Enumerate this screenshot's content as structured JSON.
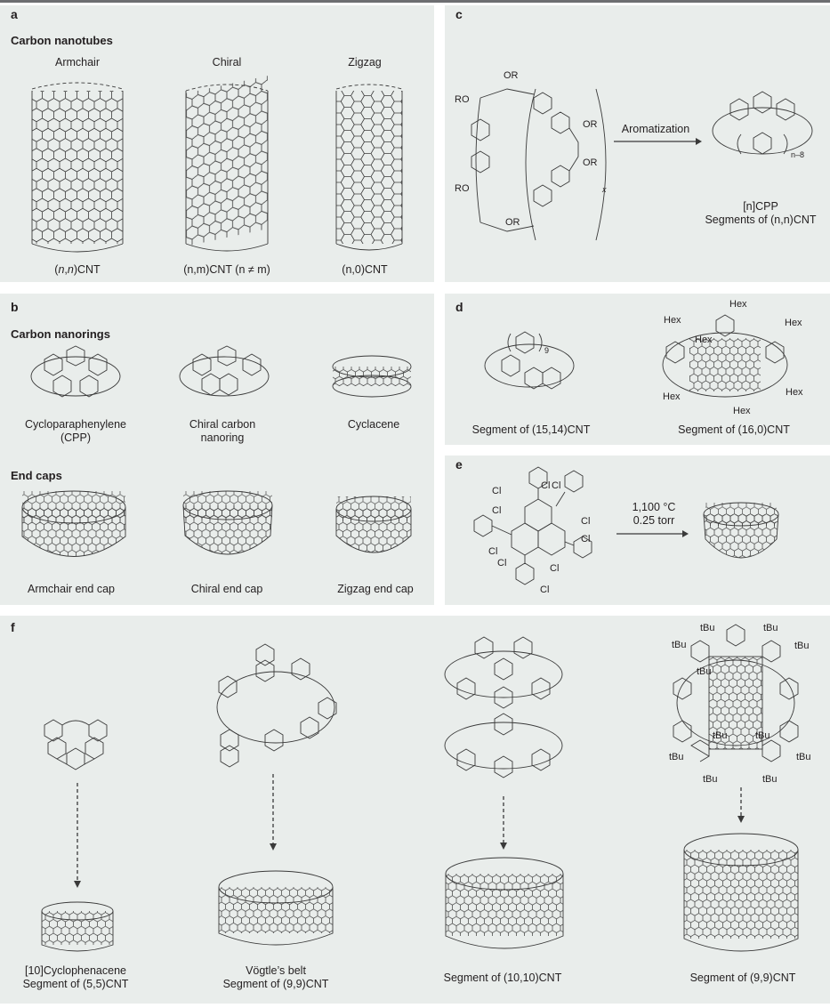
{
  "panel_a": {
    "letter": "a",
    "heading": "Carbon nanotubes",
    "columns": [
      {
        "title": "Armchair",
        "caption_pre": "(",
        "caption_n": "n",
        "caption_mid": ",",
        "caption_m": "n",
        "caption_post": ")CNT"
      },
      {
        "title": "Chiral",
        "caption_text": "(n,m)CNT (n ≠ m)"
      },
      {
        "title": "Zigzag",
        "caption_text": "(n,0)CNT"
      }
    ]
  },
  "panel_b": {
    "letter": "b",
    "heading_rings": "Carbon nanorings",
    "rings": [
      {
        "line1": "Cycloparaphenylene",
        "line2": "(CPP)"
      },
      {
        "line1": "Chiral carbon",
        "line2": "nanoring"
      },
      {
        "line1": "Cyclacene",
        "line2": ""
      }
    ],
    "heading_caps": "End caps",
    "caps": [
      "Armchair end cap",
      "Chiral end cap",
      "Zigzag end cap"
    ]
  },
  "panel_c": {
    "letter": "c",
    "substituent": "OR",
    "substituent_left": "RO",
    "repeat": "x",
    "arrow_label": "Aromatization",
    "subscript": "n–8",
    "product_line1": "[n]CPP",
    "product_line2": "Segments of (n,n)CNT"
  },
  "panel_d": {
    "letter": "d",
    "subscript": "9",
    "hex_label": "Hex",
    "captions": [
      "Segment of (15,14)CNT",
      "Segment of (16,0)CNT"
    ]
  },
  "panel_e": {
    "letter": "e",
    "cl": "Cl",
    "conditions_line1": "1,100 °C",
    "conditions_line2": "0.25 torr"
  },
  "panel_f": {
    "letter": "f",
    "tbu": "tBu",
    "captions": [
      {
        "line1": "[10]Cyclophenacene",
        "line2": "Segment of (5,5)CNT"
      },
      {
        "line1": "Vögtle’s belt",
        "line2": "Segment of (9,9)CNT"
      },
      {
        "line1": "Segment of (10,10)CNT",
        "line2": ""
      },
      {
        "line1": "Segment of (9,9)CNT",
        "line2": ""
      }
    ]
  }
}
